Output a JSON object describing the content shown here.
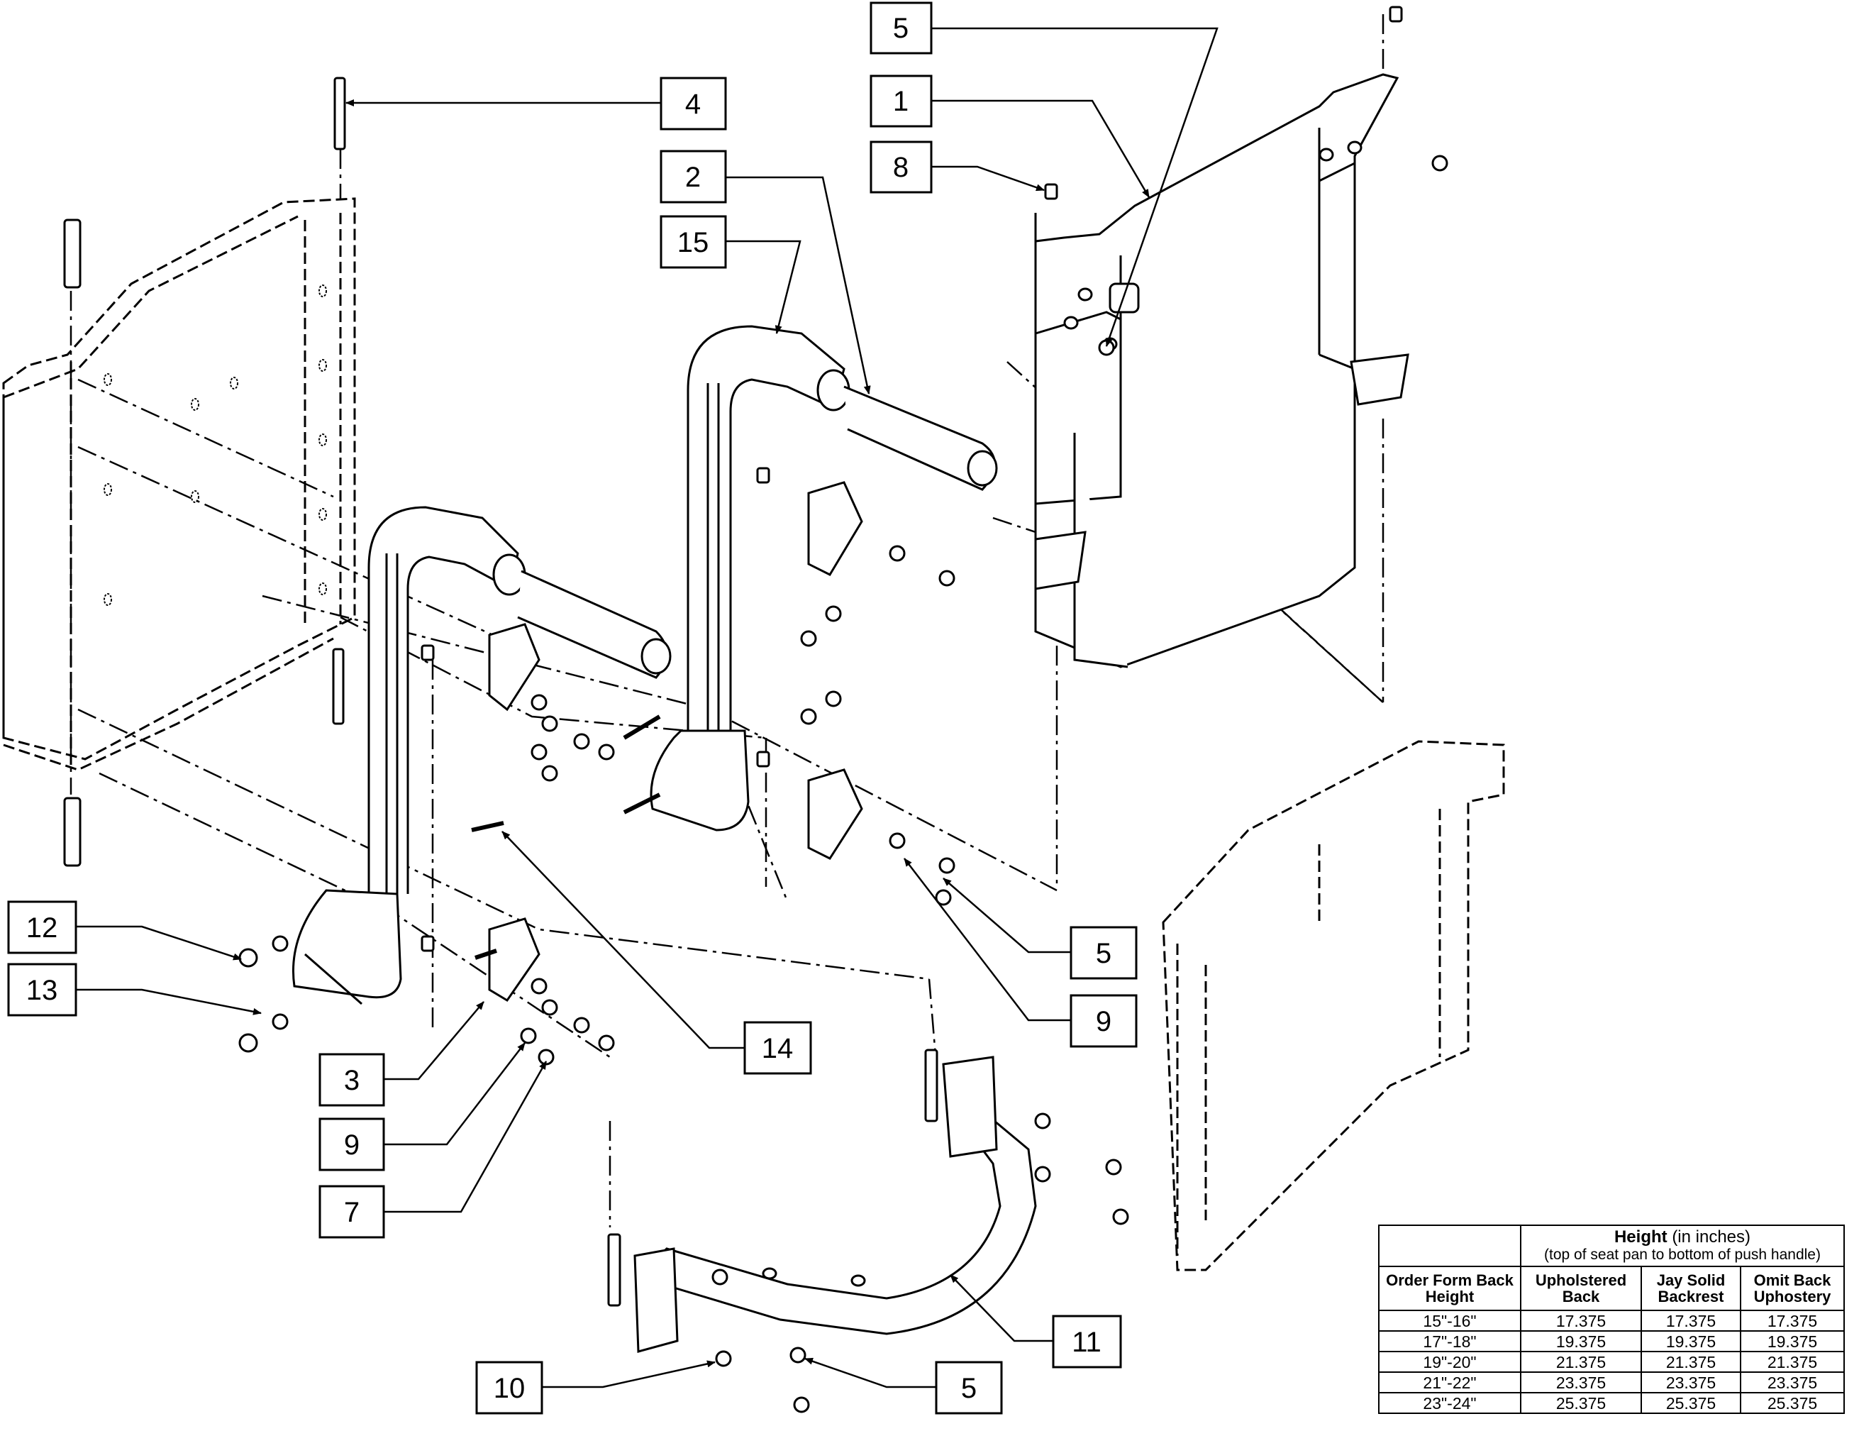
{
  "callouts": [
    {
      "label": "5"
    },
    {
      "label": "1"
    },
    {
      "label": "8"
    },
    {
      "label": "4"
    },
    {
      "label": "2"
    },
    {
      "label": "15"
    },
    {
      "label": "12"
    },
    {
      "label": "13"
    },
    {
      "label": "5"
    },
    {
      "label": "9"
    },
    {
      "label": "14"
    },
    {
      "label": "3"
    },
    {
      "label": "9"
    },
    {
      "label": "7"
    },
    {
      "label": "11"
    },
    {
      "label": "10"
    },
    {
      "label": "5"
    }
  ],
  "height_table": {
    "title_bold": "Height",
    "title_unit": "(in inches)",
    "subtitle": "(top of seat pan to bottom of push handle)",
    "col_order_form": "Order Form Back Height",
    "col_upholstered": "Upholstered Back",
    "col_jay_solid": "Jay Solid Backrest",
    "col_omit": "Omit Back Uphostery",
    "rows": [
      {
        "back_height": "15\"-16\"",
        "upholstered": "17.375",
        "jay_solid": "17.375",
        "omit": "17.375"
      },
      {
        "back_height": "17\"-18\"",
        "upholstered": "19.375",
        "jay_solid": "19.375",
        "omit": "19.375"
      },
      {
        "back_height": "19\"-20\"",
        "upholstered": "21.375",
        "jay_solid": "21.375",
        "omit": "21.375"
      },
      {
        "back_height": "21\"-22\"",
        "upholstered": "23.375",
        "jay_solid": "23.375",
        "omit": "23.375"
      },
      {
        "back_height": "23\"-24\"",
        "upholstered": "25.375",
        "jay_solid": "25.375",
        "omit": "25.375"
      }
    ]
  }
}
